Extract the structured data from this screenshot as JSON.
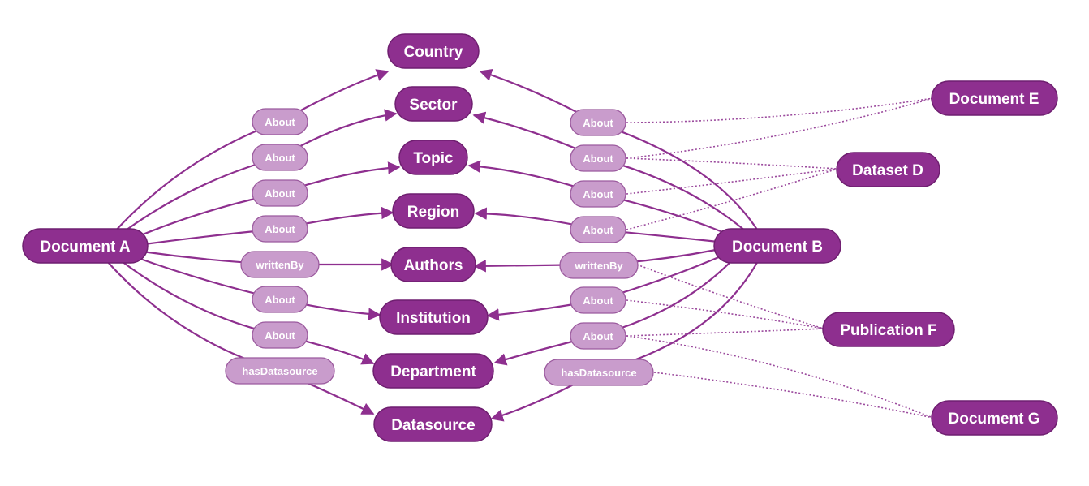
{
  "nodes": {
    "doc_a": "Document A",
    "doc_b": "Document B",
    "country": "Country",
    "sector": "Sector",
    "topic": "Topic",
    "region": "Region",
    "authors": "Authors",
    "institution": "Institution",
    "department": "Department",
    "datasource": "Datasource",
    "doc_e": "Document E",
    "dataset_d": "Dataset D",
    "pub_f": "Publication F",
    "doc_g": "Document G"
  },
  "left_edges": [
    "About",
    "About",
    "About",
    "About",
    "writtenBy",
    "About",
    "About",
    "hasDatasource"
  ],
  "right_edges": [
    "About",
    "About",
    "About",
    "About",
    "writtenBy",
    "About",
    "About",
    "hasDatasource"
  ],
  "colors": {
    "node": "#8e2f8f",
    "edge_label": "#c99ccc",
    "link": "#8e2f8f"
  }
}
